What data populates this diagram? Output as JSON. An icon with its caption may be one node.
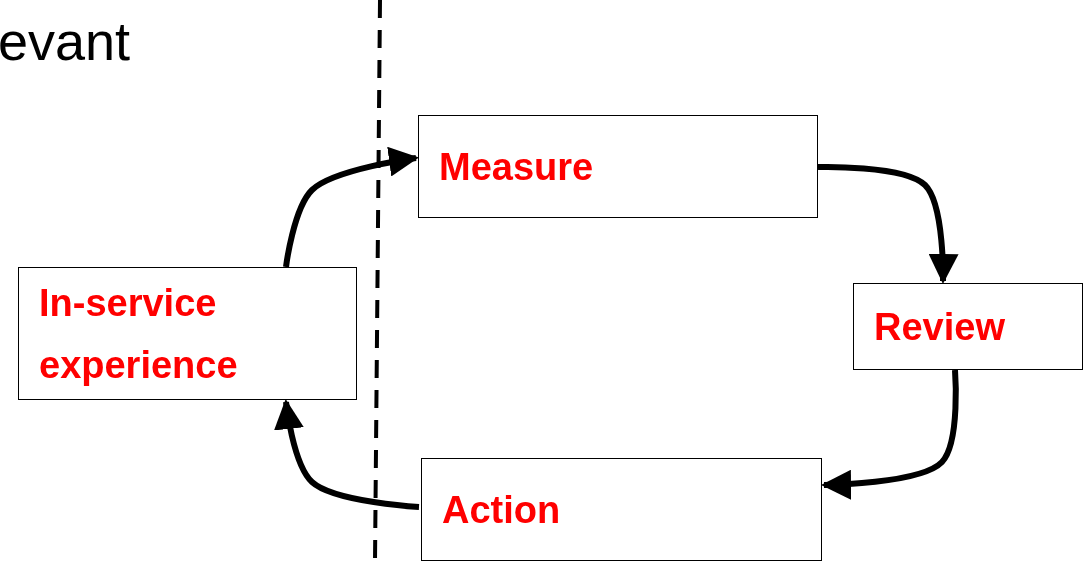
{
  "diagram": {
    "nodes": [
      {
        "text": [
          "Measure"
        ]
      },
      {
        "text": [
          "Review"
        ]
      },
      {
        "text": [
          "Action"
        ]
      },
      {
        "text": [
          "In-service experience"
        ]
      }
    ],
    "edges": [
      {
        "from": 3,
        "to": 0,
        "arrow": "to"
      },
      {
        "from": 0,
        "to": 1,
        "arrow": "to"
      },
      {
        "from": 1,
        "to": 2,
        "arrow": "to"
      },
      {
        "from": 2,
        "to": 3,
        "arrow": "to"
      }
    ],
    "labels": [
      "evant"
    ]
  }
}
